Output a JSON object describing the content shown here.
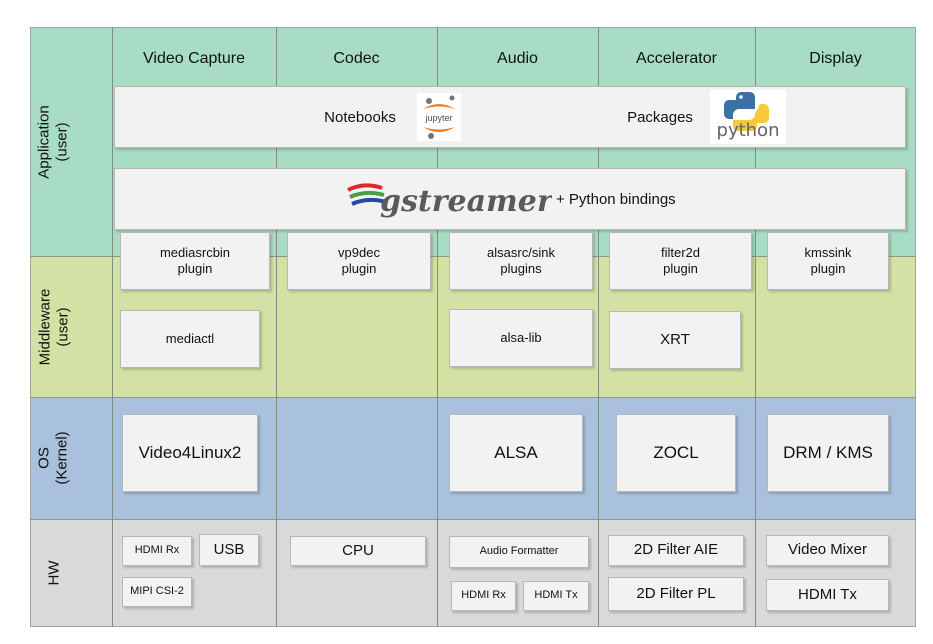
{
  "columns": [
    "Video Capture",
    "Codec",
    "Audio",
    "Accelerator",
    "Display"
  ],
  "layers": {
    "application": "Application\n(user)",
    "middleware": "Middleware\n(user)",
    "os": "OS\n(Kernel)",
    "hw": "HW"
  },
  "application": {
    "notebooks": "Notebooks",
    "jupyter_logo": "jupyter",
    "packages": "Packages",
    "python_logo": "python",
    "gstreamer_logo": "gstreamer",
    "bindings": "+ Python bindings"
  },
  "plugins": [
    "mediasrcbin\nplugin",
    "vp9dec\nplugin",
    "alsasrc/sink\nplugins",
    "filter2d\nplugin",
    "kmssink\nplugin"
  ],
  "middleware": {
    "mediactl": "mediactl",
    "alsa_lib": "alsa-lib",
    "xrt": "XRT"
  },
  "os": {
    "v4l2": "Video4Linux2",
    "alsa": "ALSA",
    "zocl": "ZOCL",
    "drm": "DRM / KMS"
  },
  "hw": {
    "hdmi_rx": "HDMI Rx",
    "usb": "USB",
    "mipi": "MIPI CSI-2",
    "cpu": "CPU",
    "audio_formatter": "Audio Formatter",
    "audio_hdmi_rx": "HDMI Rx",
    "audio_hdmi_tx": "HDMI Tx",
    "filter_aie": "2D Filter AIE",
    "filter_pl": "2D Filter PL",
    "video_mixer": "Video Mixer",
    "hdmi_tx": "HDMI Tx"
  },
  "colors": {
    "application": "#a8dcc4",
    "middleware": "#d3e1a4",
    "os": "#a9c1dc",
    "hw": "#d9d9d9",
    "box": "#f2f2f2"
  }
}
